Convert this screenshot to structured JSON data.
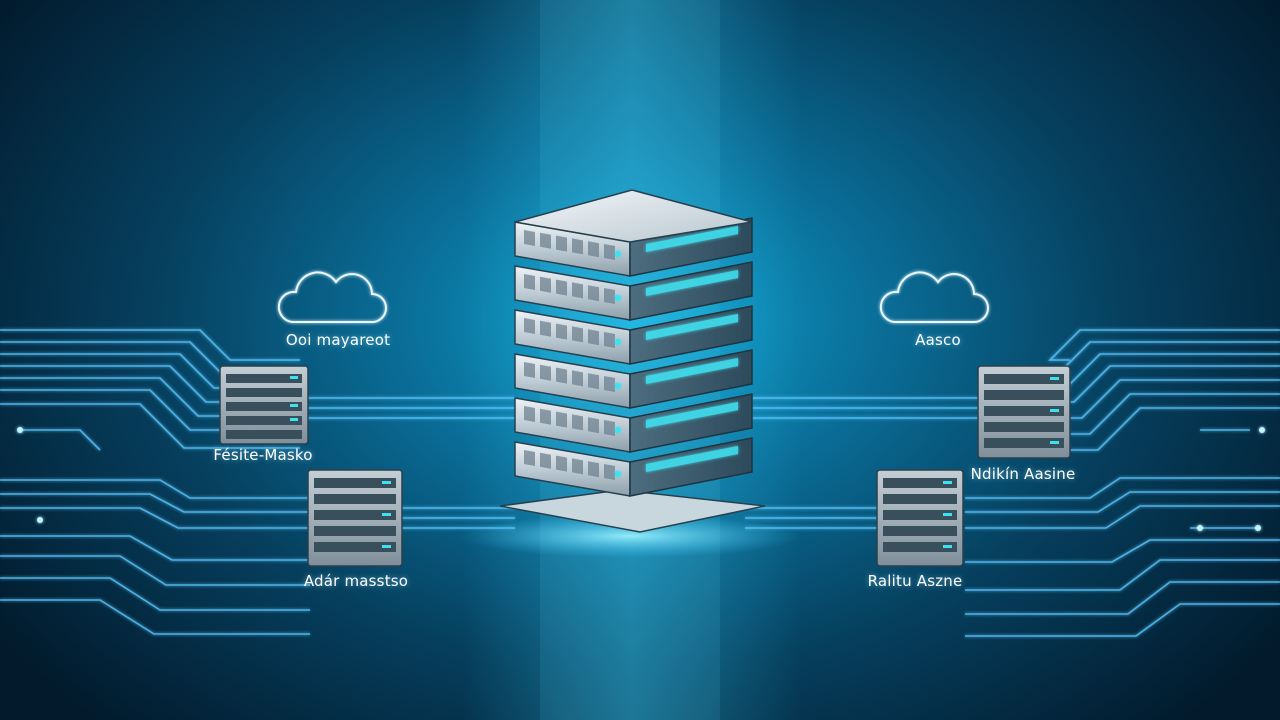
{
  "colors": {
    "background_center": "#0fa2cf",
    "background_edge": "#021a2c",
    "circuit_line": "#5cc8ff",
    "server_led": "#3fe0f0",
    "server_metal": "#c9d4db",
    "label_text": "#ffffff"
  },
  "icons": {
    "cloud_left": "cloud-icon",
    "cloud_right": "cloud-icon",
    "central_server": "server-stack-icon",
    "side_servers": "server-rack-icon"
  },
  "labels": {
    "cloud_left": "Ooi mayareot",
    "cloud_right": "Aasco",
    "server_left_top": "Fésite-Masko",
    "server_left_bottom": "Adár masstso",
    "server_right_top": "Ndikín Aasine",
    "server_right_bottom": "Ralitu Aszne"
  }
}
